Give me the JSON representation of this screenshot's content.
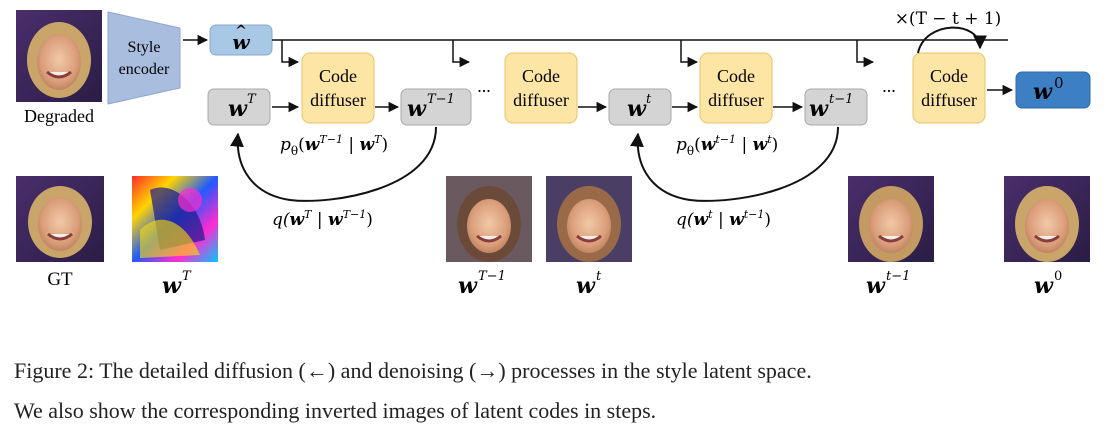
{
  "diagram": {
    "style_encoder_label": [
      "Style",
      "encoder"
    ],
    "degraded_label": "Degraded",
    "w_hat": "w",
    "code_diffuser_label": [
      "Code",
      "diffuser"
    ],
    "dots": "...",
    "w0": "w",
    "w0_sup": "0",
    "node_w_T": {
      "base": "w",
      "sup": "T"
    },
    "node_w_Tm1": {
      "base": "w",
      "sup": "T−1"
    },
    "node_w_t": {
      "base": "w",
      "sup": "t"
    },
    "node_w_tm1": {
      "base": "w",
      "sup": "t−1"
    },
    "loop_label": "×(T − t + 1)",
    "p_label_1": {
      "p": "p",
      "sub": "θ",
      "open": "(",
      "a": "w",
      "a_sup": "T−1",
      "bar": " | ",
      "b": "w",
      "b_sup": "T",
      "close": ")"
    },
    "q_label_1": {
      "q": "q(",
      "a": "w",
      "a_sup": "T",
      "bar": " | ",
      "b": "w",
      "b_sup": "T−1",
      "close": ")"
    },
    "p_label_2": {
      "p": "p",
      "sub": "θ",
      "open": "(",
      "a": "w",
      "a_sup": "t−1",
      "bar": " | ",
      "b": "w",
      "b_sup": "t",
      "close": ")"
    },
    "q_label_2": {
      "q": "q(",
      "a": "w",
      "a_sup": "t",
      "bar": " | ",
      "b": "w",
      "b_sup": "t−1",
      "close": ")"
    },
    "bottom_labels": {
      "gt": "GT",
      "wT": {
        "base": "w",
        "sup": "T"
      },
      "wTm1": {
        "base": "w",
        "sup": "T−1"
      },
      "wt": {
        "base": "w",
        "sup": "t"
      },
      "wtm1": {
        "base": "w",
        "sup": "t−1"
      },
      "w0": {
        "base": "w",
        "sup": "0"
      }
    },
    "colors": {
      "diffuser_fill": "#fde5a6",
      "diffuser_stroke": "#e8c46a",
      "node_fill": "#d4d4d4",
      "node_stroke": "#a8a8a8",
      "encoder_fill": "#a9bddf",
      "w_hat_fill": "#a9c8e6",
      "w0_fill": "#3d7fc4",
      "line": "#111111"
    }
  },
  "caption": {
    "line1": "Figure 2: The detailed diffusion (←) and denoising (→) processes in the style latent space.",
    "line2": "We also show the corresponding inverted images of latent codes in steps."
  }
}
